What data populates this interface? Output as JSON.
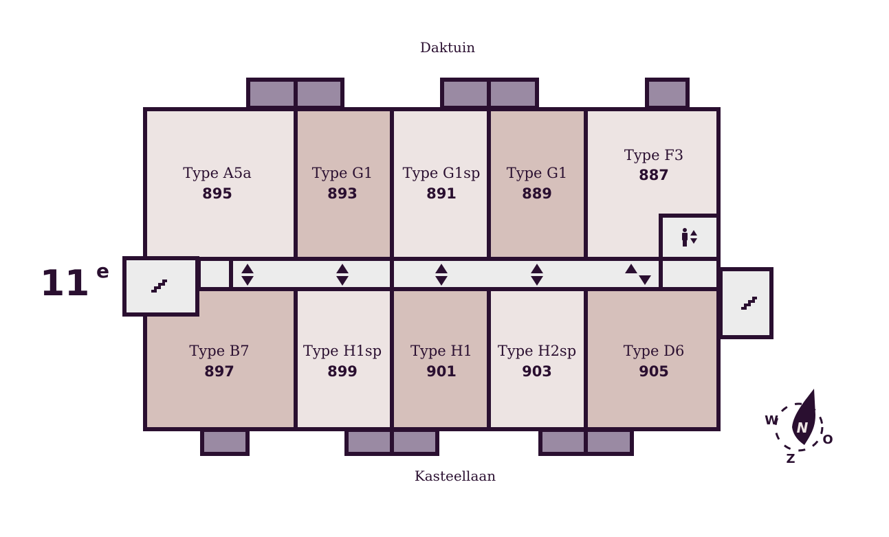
{
  "floor": {
    "number": "11",
    "suffix": "e"
  },
  "streets": {
    "top": "Daktuin",
    "bottom": "Kasteellaan"
  },
  "units_top": [
    {
      "type": "Type A5a",
      "number": "895"
    },
    {
      "type": "Type G1",
      "number": "893"
    },
    {
      "type": "Type G1sp",
      "number": "891"
    },
    {
      "type": "Type G1",
      "number": "889"
    },
    {
      "type": "Type F3",
      "number": "887"
    }
  ],
  "units_bottom": [
    {
      "type": "Type B7",
      "number": "897"
    },
    {
      "type": "Type H1sp",
      "number": "899"
    },
    {
      "type": "Type H1",
      "number": "901"
    },
    {
      "type": "Type H2sp",
      "number": "903"
    },
    {
      "type": "Type D6",
      "number": "905"
    }
  ],
  "compass": {
    "n": "N",
    "o": "O",
    "z": "Z",
    "w": "W"
  },
  "colors": {
    "wall": "#2a0f30",
    "light": "#ede4e3",
    "dark": "#d6c0bb",
    "balcony": "#9a8aa3",
    "corridor": "#ececec"
  }
}
